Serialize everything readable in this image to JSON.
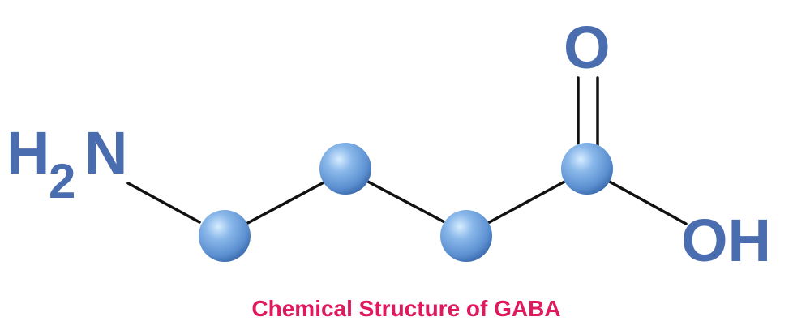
{
  "molecule": {
    "amine_group": {
      "element": "H",
      "subscript": "2",
      "element2": "N"
    },
    "carbonyl_oxygen": "O",
    "hydroxyl_group": "OH"
  },
  "caption": "Chemical Structure of GABA",
  "colors": {
    "atom_label": "#4a6db0",
    "carbon_sphere": "#5b8fd0",
    "bond": "#111111",
    "caption": "#e0195f"
  },
  "icons": {
    "carbon_atom": "sphere-icon"
  }
}
